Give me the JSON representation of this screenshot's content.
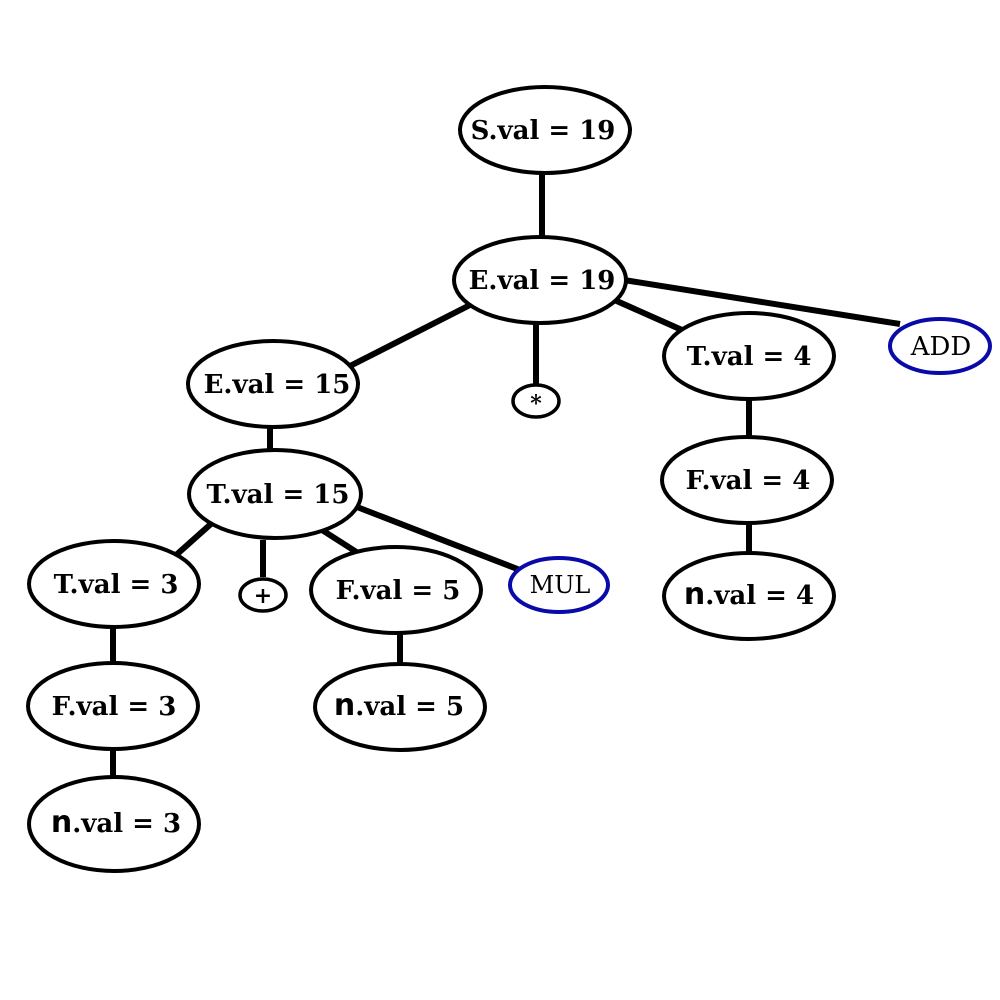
{
  "colors": {
    "stroke": "#000000",
    "action_stroke": "#0a0aa8",
    "background": "#ffffff"
  },
  "nodes": {
    "s": "S.val = 19",
    "e_top": "E.val = 19",
    "e_left": "E.val = 15",
    "op_star": "*",
    "t_right": "T.val = 4",
    "add": "ADD",
    "t_15": "T.val = 15",
    "f_right": "F.val = 4",
    "n_right": {
      "symbol": "n",
      "suffix": ".val = 4"
    },
    "t_3": "T.val = 3",
    "op_plus": "+",
    "f_5": "F.val = 5",
    "mul": "MUL",
    "f_3": "F.val = 3",
    "n_5": {
      "symbol": "n",
      "suffix": ".val = 5"
    },
    "n_3": {
      "symbol": "n",
      "suffix": ".val = 3"
    }
  }
}
